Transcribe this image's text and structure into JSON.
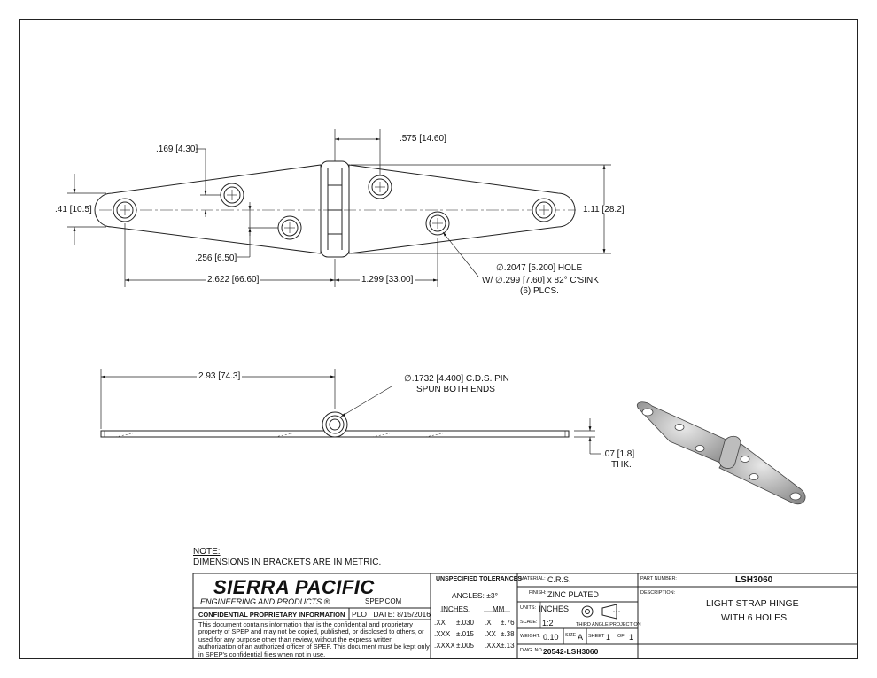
{
  "dimensions": {
    "d_169": ".169",
    "d_169_mm": "4.30",
    "d_575": ".575",
    "d_575_mm": "14.60",
    "d_41": ".41",
    "d_41_mm": "10.5",
    "d_111": "1.11",
    "d_111_mm": "28.2",
    "d_256": ".256",
    "d_256_mm": "6.50",
    "d_2622": "2.622",
    "d_2622_mm": "66.60",
    "d_1299": "1.299",
    "d_1299_mm": "33.00",
    "hole_line1_a": "∅.2047",
    "hole_line1_mm": "5.200",
    "hole_line1_b": "HOLE",
    "hole_line2": "W/ ∅.299 [7.60] x 82° C'SINK",
    "hole_line3": "(6) PLCS.",
    "d_293": "2.93",
    "d_293_mm": "74.3",
    "pin_line1_a": "∅.1732",
    "pin_line1_mm": "4.400",
    "pin_line1_b": "C.D.S. PIN",
    "pin_line2": "SPUN BOTH ENDS",
    "d_07": ".07",
    "d_07_mm": "1.8",
    "thk": "THK."
  },
  "note": {
    "heading": "NOTE:",
    "text": "DIMENSIONS IN BRACKETS ARE IN METRIC."
  },
  "title_block": {
    "company_line1": "SIERRA PACIFIC",
    "company_line2": "ENGINEERING AND PRODUCTS",
    "registered": "®",
    "website": "SPEP.COM",
    "confidential_heading": "CONFIDENTIAL PROPRIETARY INFORMATION",
    "plot_date": "PLOT DATE: 8/15/2016",
    "confidential_text": "This document contains information that is the confidential and proprietary property of SPEP and may not be copied, published, or disclosed to others, or used for any purpose  other than review, without the express written authorization of an authorized officer of SPEP. This document must be kept only in SPEP's confidential files when not in use.",
    "tolerances_heading": "UNSPECIFIED TOLERANCES",
    "angles": "ANGLES: ±3°",
    "inches_label": "INCHES",
    "mm_label": "MM",
    "tol_rows": [
      {
        "in_k": ".XX",
        "in_v": "±.030",
        "mm_k": ".X",
        "mm_v": "±.76"
      },
      {
        "in_k": ".XXX",
        "in_v": "±.015",
        "mm_k": ".XX",
        "mm_v": "±.38"
      },
      {
        "in_k": ".XXXX",
        "in_v": "±.005",
        "mm_k": ".XXX",
        "mm_v": "±.13"
      }
    ],
    "material_label": "MATERIAL:",
    "material": "C.R.S.",
    "finish_label": "FINISH:",
    "finish": "ZINC PLATED",
    "units_label": "UNITS:",
    "units": "INCHES",
    "scale_label": "SCALE:",
    "scale": "1:2",
    "projection": "THIRD ANGLE PROJECTION",
    "weight_label": "WEIGHT:",
    "weight": "0.10",
    "size_label": "SIZE",
    "size": "A",
    "sheet_label": "SHEET",
    "sheet": "1",
    "of_label": "OF",
    "of": "1",
    "dwg_label": "DWG. NO.",
    "dwg_no": "20542-LSH3060",
    "part_label": "PART NUMBER:",
    "part_number": "LSH3060",
    "desc_label": "DESCRIPTION:",
    "desc_line1": "LIGHT STRAP HINGE",
    "desc_line2": "WITH 6 HOLES"
  }
}
